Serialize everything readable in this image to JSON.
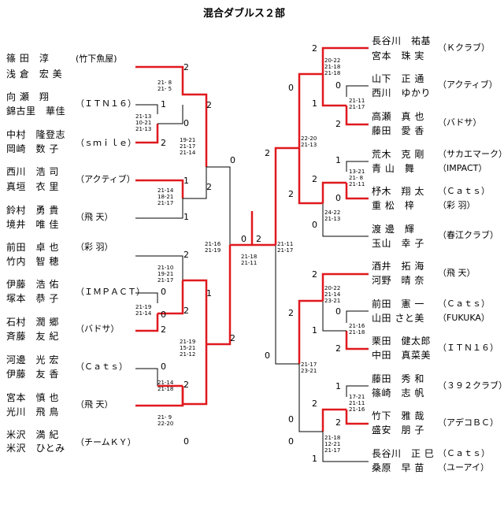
{
  "title": "混合ダブルス２部",
  "left_entries": [
    {
      "p1": "篠 田　淳",
      "p2": "浅 倉　宏 美",
      "club": "(竹下魚屋)"
    },
    {
      "p1": "向 瀬　翔",
      "p2": "錦古里　華佳",
      "club": "（ＩＴＮ１６）"
    },
    {
      "p1": "中村　隆登志",
      "p2": "岡崎　数 子",
      "club": "（ｓｍｉｌｅ）"
    },
    {
      "p1": "西川　浩 司",
      "p2": "真垣　衣 里",
      "club": "（アクティブ）"
    },
    {
      "p1": "鈴村　勇 貴",
      "p2": "境井　唯 佳",
      "club": "（飛 天）"
    },
    {
      "p1": "前田　卓 也",
      "p2": "竹内　智 穂",
      "club": "（彩 羽）"
    },
    {
      "p1": "伊藤　浩 佑",
      "p2": "塚本　恭 子",
      "club": "（ＩＭＰＡＣＴ）"
    },
    {
      "p1": "石村　潤 郷",
      "p2": "斉藤　友 紀",
      "club": "（バドサ）"
    },
    {
      "p1": "河邊　光 宏",
      "p2": "伊藤　友 香",
      "club": "（Ｃａｔｓ）"
    },
    {
      "p1": "宮本　慎 也",
      "p2": "光川　飛 鳥",
      "club": "（飛 天）"
    },
    {
      "p1": "米沢　満 紀",
      "p2": "米沢　ひとみ",
      "club": "（チームＫＹ）"
    }
  ],
  "right_entries": [
    {
      "p1": "長谷川　祐基",
      "p2": "宮本　珠 実",
      "club": "（Ｋクラブ）"
    },
    {
      "p1": "山下　正 通",
      "p2": "西川　ゆかり",
      "club": "（アクティブ）"
    },
    {
      "p1": "高瀬　真 也",
      "p2": "藤田　愛 香",
      "club": "（バドサ）"
    },
    {
      "p1": "荒木　克 剛",
      "p2": "青 山　舞",
      "club": "（サカエマーク）",
      "club2": "（IMPACT）"
    },
    {
      "p1": "杼木　翔 太",
      "p2": "重 松　梓",
      "club": "（Ｃａｔｓ）",
      "club2": "（彩 羽）"
    },
    {
      "p1": "渡 邊　輝",
      "p2": "玉山　幸 子",
      "club": "（春江クラブ）"
    },
    {
      "p1": "酒井　拓 海",
      "p2": "河野　晴 奈",
      "club": "（飛 天）"
    },
    {
      "p1": "前田　憲 一",
      "p2": "山田 さと美",
      "club": "（Ｃａｔｓ）",
      "club2": "（FUKUKA）"
    },
    {
      "p1": "栗田　健太郎",
      "p2": "中田　真菜美",
      "club": "（ＩＴＮ１６）"
    },
    {
      "p1": "藤田　秀 和",
      "p2": "篠崎　志 帆",
      "club": "（３９２クラブ）"
    },
    {
      "p1": "竹下　雅 哉",
      "p2": "盛安　朋 子",
      "club": "（アデコＢＣ）"
    },
    {
      "p1": "長谷川　正 巳",
      "p2": "桑原　早 苗",
      "club": "（Ｃａｔｓ）",
      "club2": "（ユーアイ）"
    }
  ],
  "game_scores": [
    "21- 8\n21- 5",
    "21-13\n10-21\n21-13",
    "19-21\n21-17\n21-14",
    "21-14\n18-21\n21-17",
    "21-16\n21-19",
    "21-18\n21-11",
    "21-10\n19-21\n21-17",
    "21-19\n21-14",
    "21-19\n15-21\n21-12",
    "21-14\n21-18",
    "21- 9\n22-20",
    "20-22\n21-18\n21-18",
    "21-11\n21-17",
    "22-20\n21-13",
    "13-21\n21- 8\n21-11",
    "24-22\n21-13",
    "21-11\n21-17",
    "20-22\n21-14\n23-21",
    "21-16\n21-18",
    "21-17\n23-21",
    "17-21\n21-11\n21-16",
    "21-18\n12-21\n21-17"
  ],
  "set_counts": {
    "left": [
      "2",
      "1",
      "0",
      "2",
      "2",
      "1",
      "2",
      "0",
      "1",
      "2",
      "0",
      "1",
      "0",
      "2",
      "2",
      "2",
      "0",
      "2",
      "0"
    ],
    "center": [
      "0",
      "2"
    ],
    "right": [
      "2",
      "0",
      "1",
      "0",
      "2",
      "2",
      "1",
      "0",
      "2",
      "2",
      "0",
      "2",
      "0",
      "2",
      "2",
      "1",
      "0",
      "2",
      "1",
      "2",
      "0",
      "0",
      "1"
    ]
  }
}
